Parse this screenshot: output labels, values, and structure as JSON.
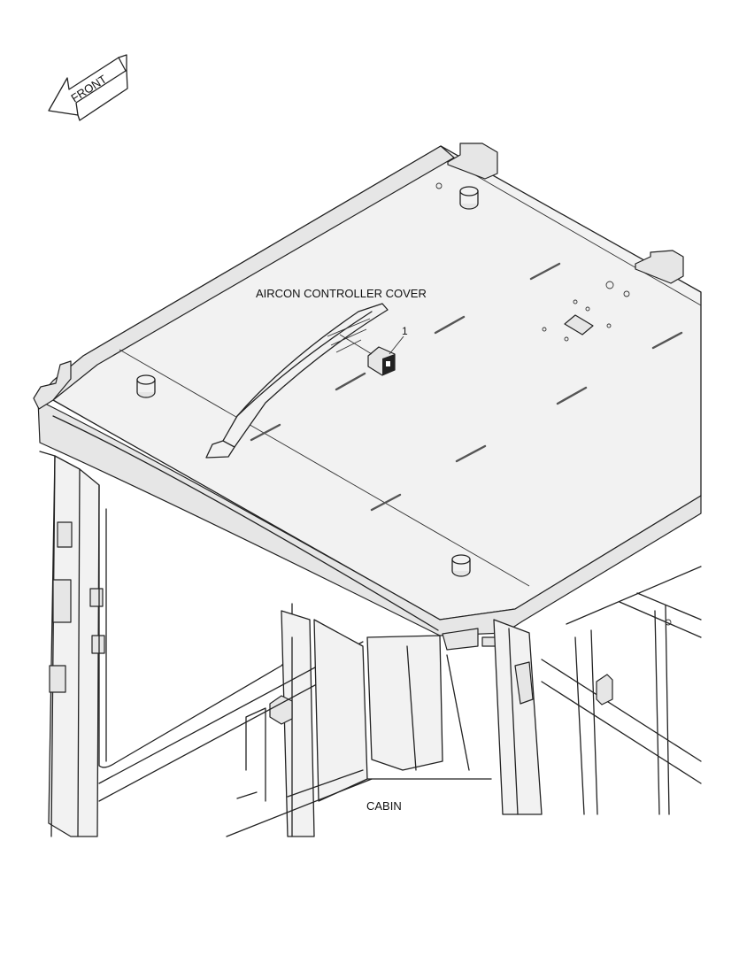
{
  "labels": {
    "front": "FRONT",
    "aircon_cover": "AIRCON CONTROLLER COVER",
    "callout_1": "1",
    "cabin": "CABIN"
  },
  "colors": {
    "line": "#222222",
    "fill": "#f2f2f2",
    "background": "#ffffff"
  }
}
